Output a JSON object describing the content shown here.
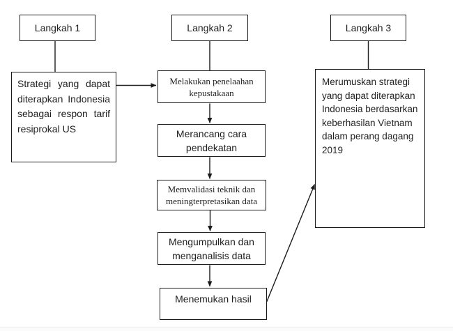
{
  "colors": {
    "background": "#ffffff",
    "line": "#1b1b1b",
    "text": "#1f1f1f",
    "footer_strip": "#fbfbfb"
  },
  "flowchart": {
    "step1": {
      "header": "Langkah 1",
      "description": "Strategi yang dapat diterapkan Indonesia sebagai respon tarif resiprokal US"
    },
    "step2": {
      "header": "Langkah 2",
      "stages": [
        {
          "label": "Melakukan penelaahan kepustakaan"
        },
        {
          "label": "Merancang cara pendekatan"
        },
        {
          "label": "Memvalidasi teknik dan meningterpretasikan data"
        },
        {
          "label": "Mengumpulkan dan menganalisis data"
        },
        {
          "label": "Menemukan hasil"
        }
      ]
    },
    "step3": {
      "header": "Langkah 3",
      "description": "Merumuskan strategi yang dapat diterapkan Indonesia berdasarkan keberhasilan Vietnam dalam perang dagang 2019"
    }
  }
}
